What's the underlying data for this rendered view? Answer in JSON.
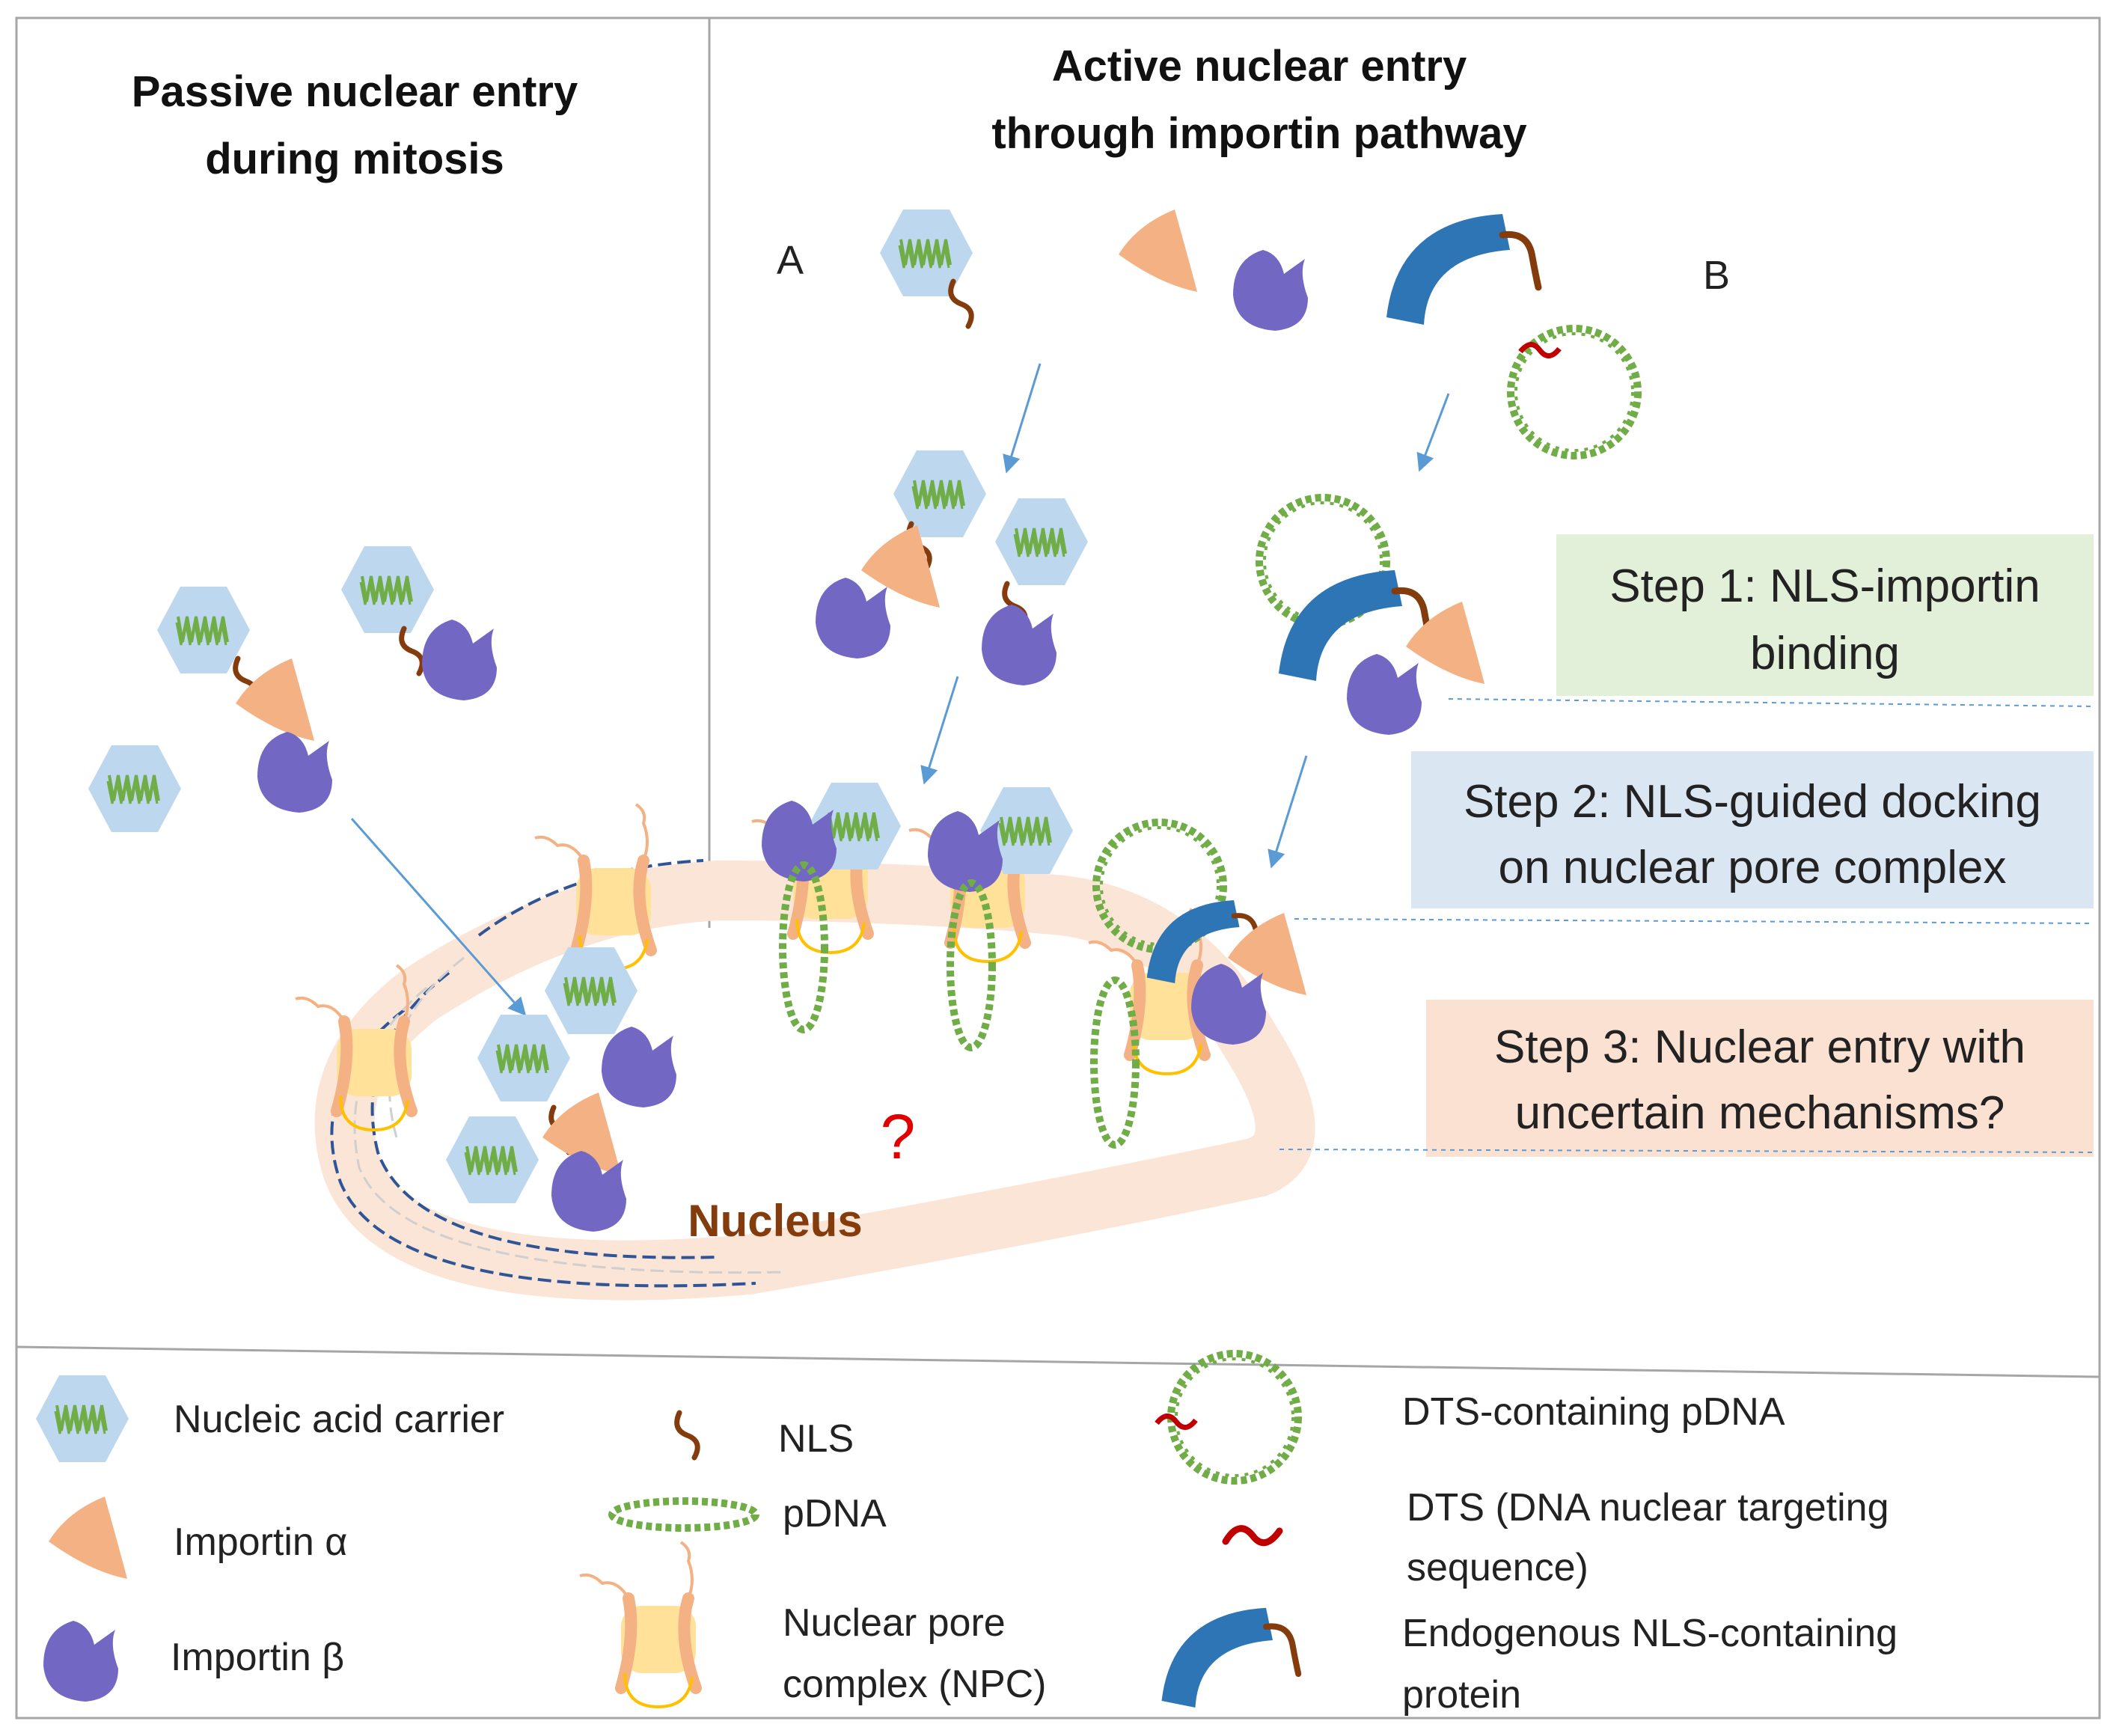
{
  "headings": {
    "passive_line1": "Passive nuclear entry",
    "passive_line2": "during mitosis",
    "active_line1": "Active nuclear entry",
    "active_line2": "through importin pathway",
    "pathway_a": "A",
    "pathway_b": "B"
  },
  "steps": [
    {
      "line1": "Step 1: NLS-importin",
      "line2": "binding",
      "color": "#e2efd9"
    },
    {
      "line1": "Step 2: NLS-guided docking",
      "line2": "on nuclear pore complex",
      "color": "#dae6f2"
    },
    {
      "line1": "Step 3: Nuclear entry with",
      "line2": "uncertain mechanisms?",
      "color": "#fae1d2"
    }
  ],
  "nucleus_label": "Nucleus",
  "question_mark": "?",
  "legend": {
    "carrier": "Nucleic acid carrier",
    "importin_alpha": "Importin α",
    "importin_beta": "Importin β",
    "nls": "NLS",
    "pdna": "pDNA",
    "npc_line1": "Nuclear pore",
    "npc_line2": "complex (NPC)",
    "dts_pdna": "DTS-containing pDNA",
    "dts_line1": "DTS (DNA nuclear targeting",
    "dts_line2": "sequence)",
    "endo_line1": "Endogenous NLS-containing",
    "endo_line2": "protein"
  },
  "colors": {
    "carrier": "#bdd7ee",
    "importin_alpha": "#f4b183",
    "importin_beta": "#7367c4",
    "nls": "#843c0c",
    "pdna": "#70ad47",
    "npc": "#ffe199",
    "npc_ring": "#ffc000",
    "dts": "#c00000",
    "endogenous_protein": "#2e75b6",
    "nucleus": "#fbe5d6",
    "arrow": "#5b9bd5",
    "question": "#e00000",
    "nucleus_text": "#843c0c"
  }
}
